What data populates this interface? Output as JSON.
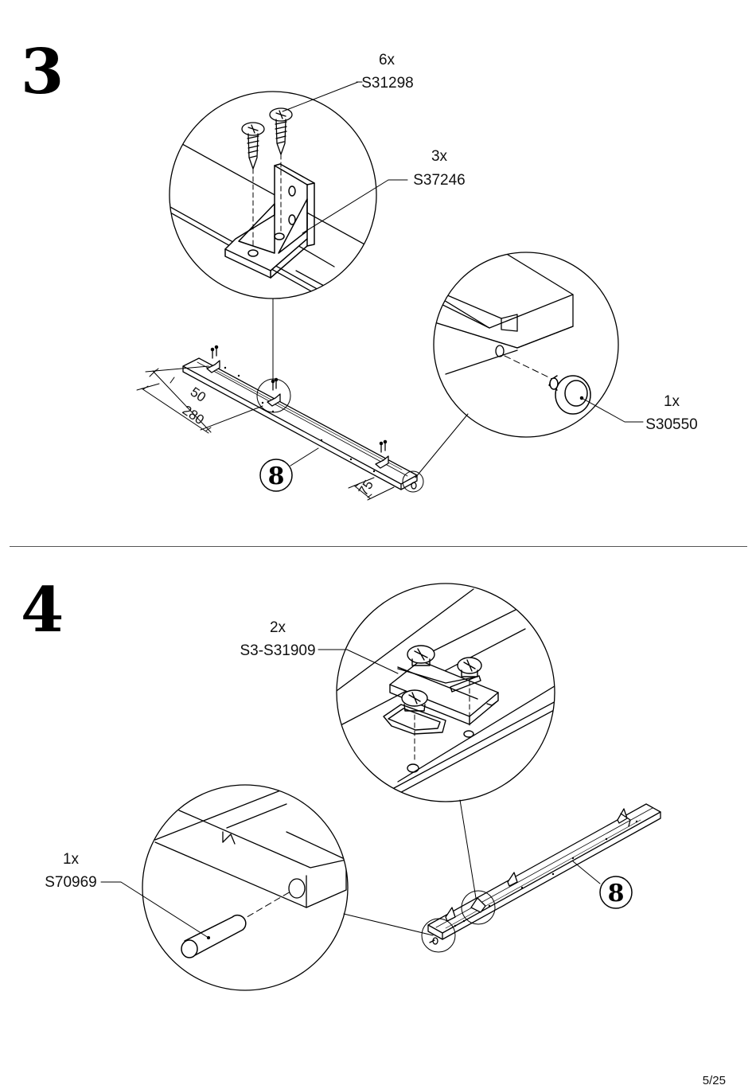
{
  "steps": [
    {
      "number": "3",
      "parts": [
        {
          "qty": "6x",
          "code": "S31298",
          "icon": "screw"
        },
        {
          "qty": "3x",
          "code": "S37246",
          "icon": "corner-bracket"
        },
        {
          "qty": "1x",
          "code": "S30550",
          "icon": "round-glide"
        }
      ],
      "dimensions": [
        "50",
        "280",
        "75"
      ],
      "board_callout": "8"
    },
    {
      "number": "4",
      "parts": [
        {
          "qty": "2x",
          "code": "S3-S31909",
          "icon": "drawer-runner-clip"
        },
        {
          "qty": "1x",
          "code": "S70969",
          "icon": "wooden-dowel"
        }
      ],
      "board_callout": "8"
    }
  ],
  "page": "5/25"
}
